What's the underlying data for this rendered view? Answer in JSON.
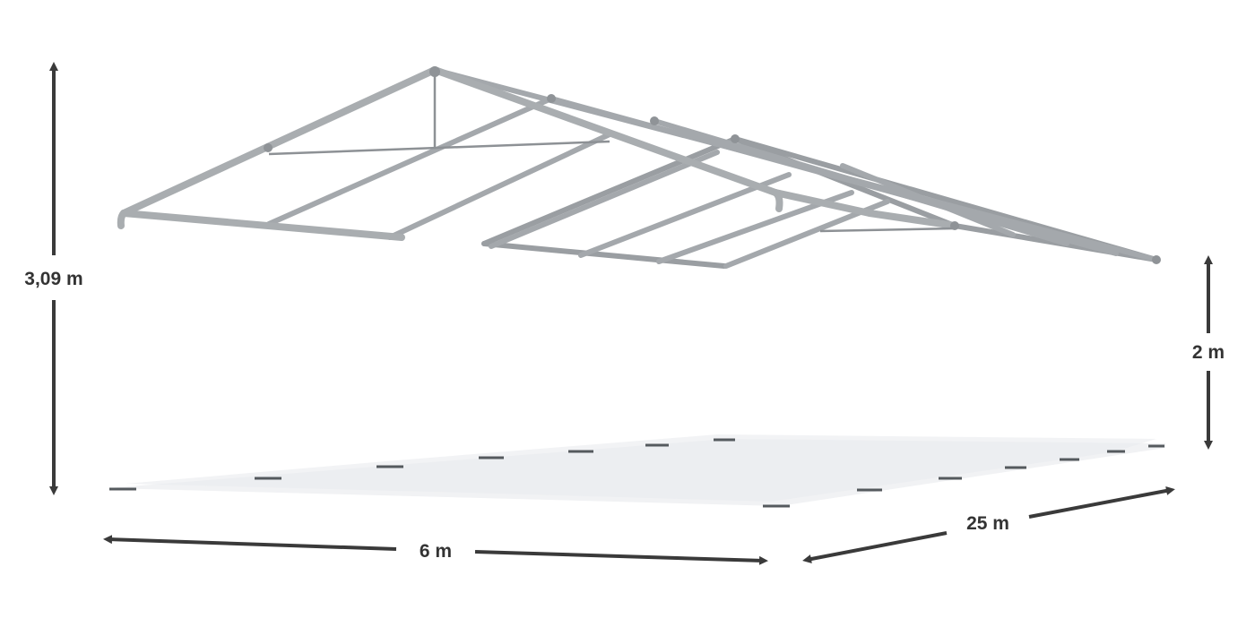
{
  "dimensions": {
    "height_total": "3,09 m",
    "width": "6 m",
    "length": "25 m",
    "side_height": "2 m"
  },
  "colors": {
    "frame": "#a9adb0",
    "frame_dark": "#7f8387",
    "arrow": "#3a3a3a",
    "ground_shadow": "#eceef0"
  }
}
